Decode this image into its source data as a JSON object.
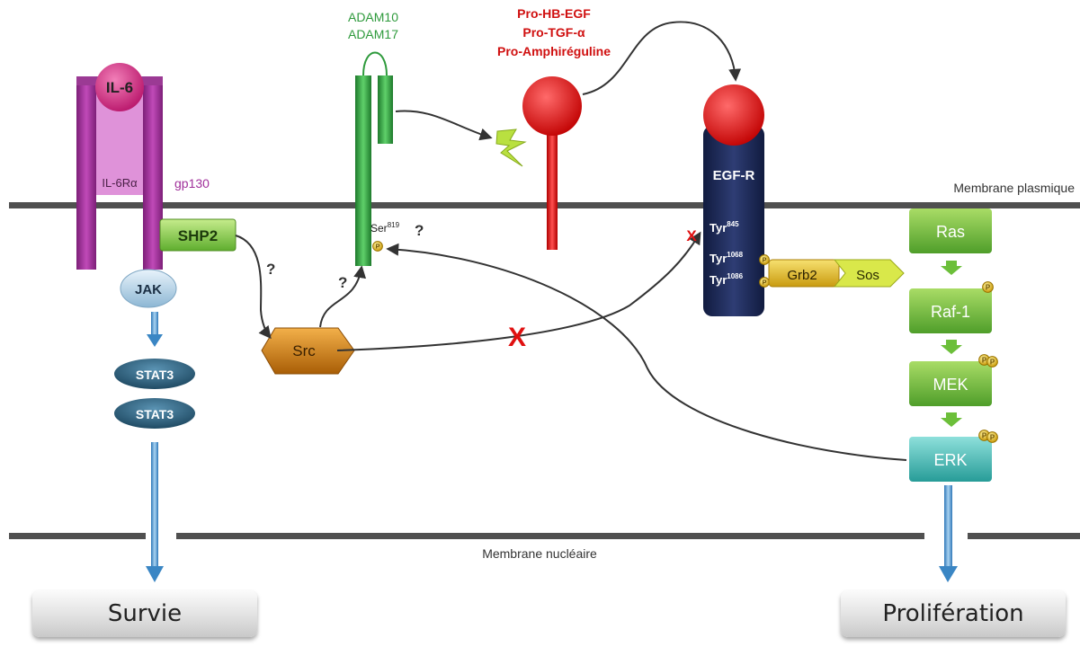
{
  "membranes": {
    "plasma": "Membrane plasmique",
    "nuclear": "Membrane nucléaire"
  },
  "il6_complex": {
    "ligand": "IL-6",
    "receptor_alpha": "IL-6Rα",
    "gp130": "gp130",
    "jak": "JAK",
    "shp2": "SHP2"
  },
  "stat": {
    "top": "STAT3",
    "bottom": "STAT3"
  },
  "adam": {
    "line1": "ADAM10",
    "line2": "ADAM17",
    "phospho_site": "Ser",
    "phospho_site_sup": "819",
    "question": "?"
  },
  "ligands": {
    "line1": "Pro-HB-EGF",
    "line2": "Pro-TGF-α",
    "line3": "Pro-Amphiréguline"
  },
  "egfr": {
    "label": "EGF-R",
    "tyr1": "Tyr",
    "tyr1_sup": "845",
    "tyr2": "Tyr",
    "tyr2_sup": "1068",
    "tyr3": "Tyr",
    "tyr3_sup": "1086"
  },
  "adaptors": {
    "grb2": "Grb2",
    "sos": "Sos"
  },
  "src": "Src",
  "question_marks": {
    "shp2_to_src": "?",
    "src_to_adam": "?"
  },
  "inhibition_marks": {
    "small": "X",
    "large": "X"
  },
  "mapk": {
    "ras": "Ras",
    "raf": "Raf-1",
    "mek": "MEK",
    "erk": "ERK"
  },
  "outcomes": {
    "left": "Survie",
    "right": "Prolifération"
  },
  "colors": {
    "membrane": "#555555",
    "il6": "#c0257a",
    "gp130": "#a0309a",
    "adam": "#2e9a3c",
    "ligand": "#e01010",
    "egfr": "#1f2a56",
    "src": "#d9860f",
    "stat": "#2d5f7a",
    "mapk_green": "#6cbf3a",
    "erk_teal": "#35b5b0",
    "arrow_blue": "#3a86c4",
    "phospho": "#e8c020",
    "inhibit": "#e01010"
  }
}
